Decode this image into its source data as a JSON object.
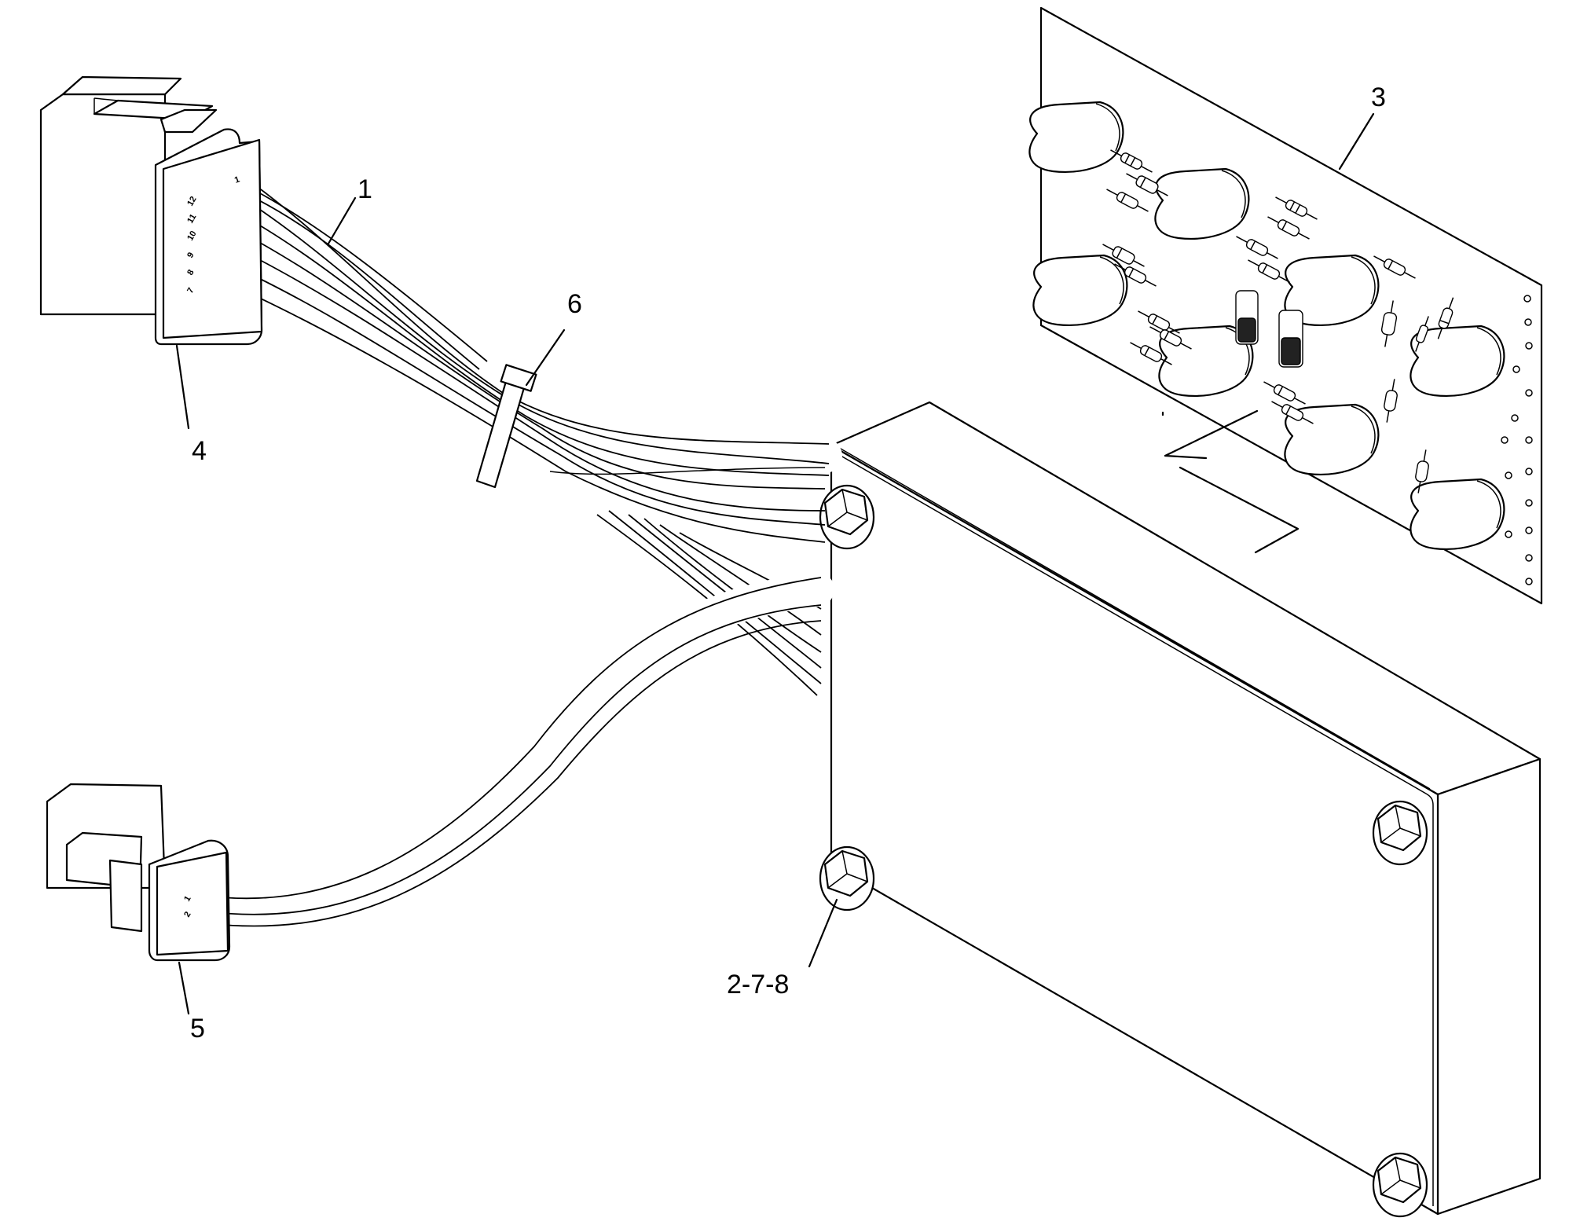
{
  "callouts": {
    "c1": "1",
    "c2": "2-7-8",
    "c3": "3",
    "c4": "4",
    "c5": "5",
    "c6": "6"
  },
  "connector_pins": {
    "main": [
      "1",
      "12",
      "11",
      "10",
      "9",
      "8",
      "7"
    ],
    "small": [
      "1",
      "2"
    ]
  }
}
